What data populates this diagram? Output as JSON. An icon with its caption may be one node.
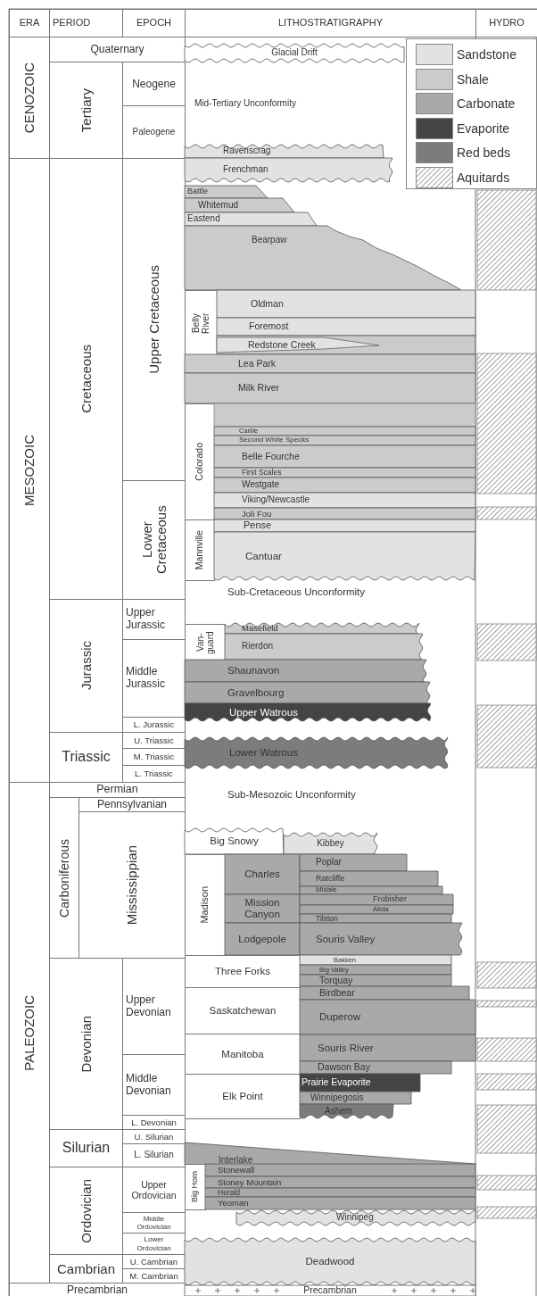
{
  "diagram": {
    "nodes": [
      {
        "text": [
          "ERA"
        ]
      },
      {
        "text": [
          "PERIOD"
        ]
      },
      {
        "text": [
          "EPOCH"
        ]
      },
      {
        "text": [
          "LITHOSTRATIGRAPHY"
        ]
      },
      {
        "text": [
          "HYDRO"
        ]
      },
      {
        "text": [
          "CENOZOIC"
        ]
      },
      {
        "text": [
          "MESOZOIC"
        ]
      },
      {
        "text": [
          "PALEOZOIC"
        ]
      },
      {
        "text": [
          "Quaternary"
        ]
      },
      {
        "text": [
          "Tertiary"
        ]
      },
      {
        "text": [
          "Neogene"
        ]
      },
      {
        "text": [
          "Paleogene"
        ]
      },
      {
        "text": [
          "Cretaceous"
        ]
      },
      {
        "text": [
          "Upper Cretaceous"
        ]
      },
      {
        "text": [
          "Lower Cretaceous"
        ]
      },
      {
        "text": [
          "Jurassic"
        ]
      },
      {
        "text": [
          "Upper Jurassic"
        ]
      },
      {
        "text": [
          "Middle Jurassic"
        ]
      },
      {
        "text": [
          "L. Jurassic"
        ]
      },
      {
        "text": [
          "Triassic"
        ]
      },
      {
        "text": [
          "U. Triassic"
        ]
      },
      {
        "text": [
          "M. Triassic"
        ]
      },
      {
        "text": [
          "L. Triassic"
        ]
      },
      {
        "text": [
          "Permian"
        ]
      },
      {
        "text": [
          "Carboniferous"
        ]
      },
      {
        "text": [
          "Pennsylvanian"
        ]
      },
      {
        "text": [
          "Mississippian"
        ]
      },
      {
        "text": [
          "Devonian"
        ]
      },
      {
        "text": [
          "Upper Devonian"
        ]
      },
      {
        "text": [
          "Middle Devonian"
        ]
      },
      {
        "text": [
          "L. Devonian"
        ]
      },
      {
        "text": [
          "Silurian"
        ]
      },
      {
        "text": [
          "U. Silurian"
        ]
      },
      {
        "text": [
          "L. Silurian"
        ]
      },
      {
        "text": [
          "Ordovician"
        ]
      },
      {
        "text": [
          "Upper Ordovician"
        ]
      },
      {
        "text": [
          "Middle Ordovician"
        ]
      },
      {
        "text": [
          "Lower Ordovician"
        ]
      },
      {
        "text": [
          "Cambrian"
        ]
      },
      {
        "text": [
          "U. Cambrian"
        ]
      },
      {
        "text": [
          "M. Cambrian"
        ]
      },
      {
        "text": [
          "Precambrian"
        ]
      },
      {
        "text": [
          "Glacial Drift"
        ]
      },
      {
        "text": [
          "Ravenscrag"
        ]
      },
      {
        "text": [
          "Frenchman"
        ]
      },
      {
        "text": [
          "Battle"
        ]
      },
      {
        "text": [
          "Whitemud"
        ]
      },
      {
        "text": [
          "Eastend"
        ]
      },
      {
        "text": [
          "Bearpaw"
        ]
      },
      {
        "text": [
          "Belly River"
        ]
      },
      {
        "text": [
          "Oldman"
        ]
      },
      {
        "text": [
          "Foremost"
        ]
      },
      {
        "text": [
          "Redstone Creek"
        ]
      },
      {
        "text": [
          "Lea Park"
        ]
      },
      {
        "text": [
          "Milk River"
        ]
      },
      {
        "text": [
          "Colorado"
        ]
      },
      {
        "text": [],
        "shape": "box"
      },
      {
        "text": [
          "Carlile"
        ]
      },
      {
        "text": [
          "Second White Specks"
        ]
      },
      {
        "text": [
          "Belle Fourche"
        ]
      },
      {
        "text": [
          "First Scales"
        ]
      },
      {
        "text": [
          "Westgate"
        ]
      },
      {
        "text": [
          "Viking/Newcastle"
        ]
      },
      {
        "text": [
          "Joli Fou"
        ]
      },
      {
        "text": [
          "Mannville"
        ]
      },
      {
        "text": [
          "Pense"
        ]
      },
      {
        "text": [
          "Cantuar"
        ]
      },
      {
        "text": [
          "Van- guard"
        ]
      },
      {
        "text": [
          "Masefield"
        ]
      },
      {
        "text": [
          "Rierdon"
        ]
      },
      {
        "text": [
          "Shaunavon"
        ]
      },
      {
        "text": [
          "Gravelbourg"
        ]
      },
      {
        "text": [
          "Upper Watrous"
        ]
      },
      {
        "text": [
          "Lower Watrous"
        ]
      },
      {
        "text": [
          "Big Snowy"
        ]
      },
      {
        "text": [
          "Kibbey"
        ]
      },
      {
        "text": [
          "Madison"
        ]
      },
      {
        "text": [
          "Charles"
        ]
      },
      {
        "text": [
          "Mission Canyon"
        ]
      },
      {
        "text": [
          "Lodgepole"
        ]
      },
      {
        "text": [
          "Poplar"
        ]
      },
      {
        "text": [
          "Ratcliffe"
        ]
      },
      {
        "text": [
          "Midale"
        ]
      },
      {
        "text": [
          "Frobisher"
        ]
      },
      {
        "text": [
          "Alida"
        ]
      },
      {
        "text": [
          "Tilston"
        ]
      },
      {
        "text": [
          "Souris Valley"
        ]
      },
      {
        "text": [
          "Three Forks"
        ]
      },
      {
        "text": [
          "Saskatchewan"
        ]
      },
      {
        "text": [
          "Manitoba"
        ]
      },
      {
        "text": [
          "Elk Point"
        ]
      },
      {
        "text": [
          "Bakken"
        ]
      },
      {
        "text": [
          "Big Valley"
        ]
      },
      {
        "text": [
          "Torquay"
        ]
      },
      {
        "text": [
          "Birdbear"
        ]
      },
      {
        "text": [
          "Duperow"
        ]
      },
      {
        "text": [
          "Souris River"
        ]
      },
      {
        "text": [
          "Dawson Bay"
        ]
      },
      {
        "text": [
          "Prairie Evaporite"
        ]
      },
      {
        "text": [
          "Winnipegosis"
        ]
      },
      {
        "text": [
          "Ashem"
        ]
      },
      {
        "text": [
          "Interlake"
        ]
      },
      {
        "text": [
          "Big Horn"
        ]
      },
      {
        "text": [
          "Stonewall"
        ]
      },
      {
        "text": [
          "Stoney Mountain"
        ]
      },
      {
        "text": [
          "Herald"
        ]
      },
      {
        "text": [
          "Yeoman"
        ]
      },
      {
        "text": [
          "Winnipeg"
        ]
      },
      {
        "text": [
          "Deadwood"
        ]
      },
      {
        "text": [
          "Precambrian"
        ]
      },
      {
        "text": [],
        "shape": "bar"
      },
      {
        "text": [],
        "shape": "bar"
      },
      {
        "text": [],
        "shape": "bar"
      },
      {
        "text": [],
        "shape": "bar"
      },
      {
        "text": [],
        "shape": "bar"
      },
      {
        "text": [],
        "shape": "bar"
      },
      {
        "text": [],
        "shape": "bar"
      },
      {
        "text": [],
        "shape": "bar"
      },
      {
        "text": [],
        "shape": "bar"
      },
      {
        "text": [],
        "shape": "bar"
      },
      {
        "text": [],
        "shape": "bar"
      },
      {
        "text": [],
        "shape": "bar"
      }
    ],
    "labels": [
      "Mid-Tertiary Unconformity",
      "Sub-Cretaceous Unconformity",
      "Sub-Mesozoic Unconformity"
    ],
    "legend": [
      {
        "text": "Sandstone",
        "color": "#e2e2e4"
      },
      {
        "text": "Shale",
        "color": "#cbcbcd"
      },
      {
        "text": "Carbonate",
        "color": "#a9a9ab"
      },
      {
        "text": "Evaporite",
        "color": "#444446"
      },
      {
        "text": "Red beds",
        "color": "#7c7c7e"
      },
      {
        "text": "Aquitards"
      }
    ]
  }
}
